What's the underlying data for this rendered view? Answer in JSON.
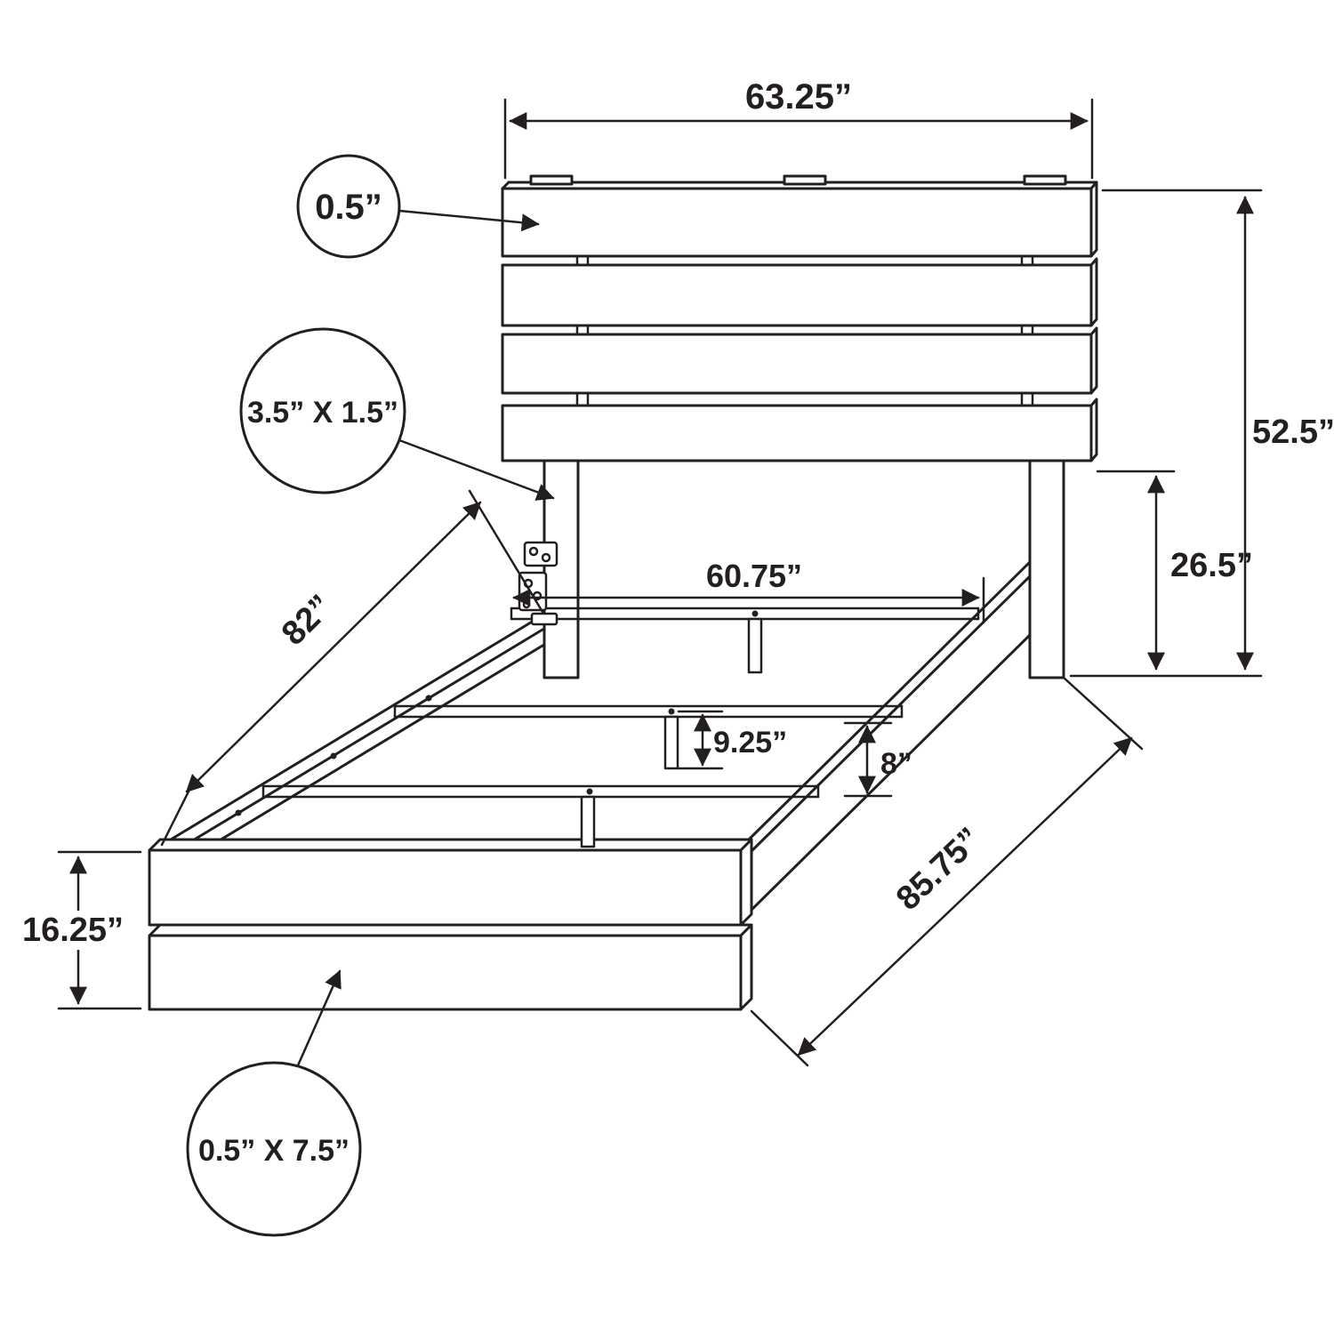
{
  "diagram": {
    "labels": {
      "headboard_width": "63.25”",
      "overall_height": "52.5”",
      "leg_height": "26.5”",
      "slat_span": "60.75”",
      "side_rail_length": "82”",
      "center_support_height": "9.25”",
      "rail_board_height": "8”",
      "footboard_height": "16.25”",
      "overall_length": "85.75”",
      "headboard_board_callout": "0.5”",
      "leg_cross_section_callout": "3.5” X 1.5”",
      "footboard_board_callout": "0.5” X 7.5”"
    },
    "colors": {
      "line": "#231f20",
      "background": "#ffffff"
    }
  }
}
